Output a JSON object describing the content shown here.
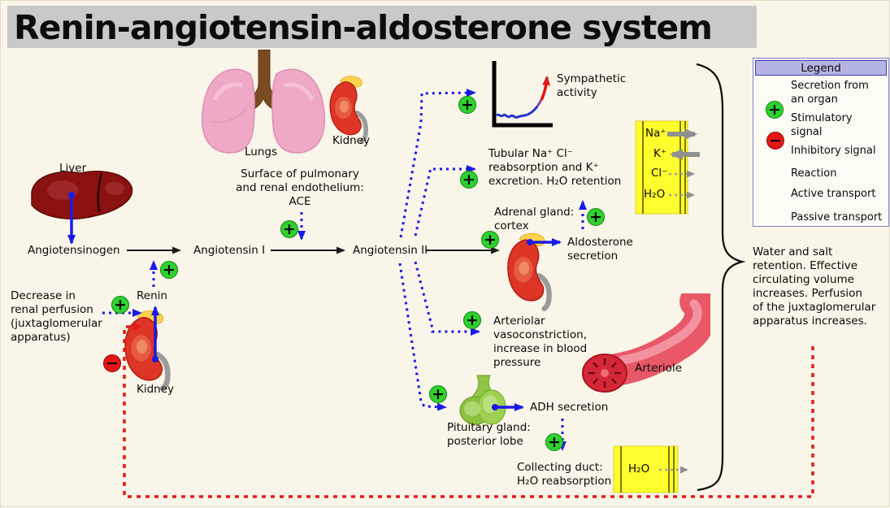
{
  "title": "Renin-angiotensin-aldosterone system",
  "colors": {
    "background": "#f9f5e8",
    "title_bar": "#c9c9c9",
    "stimulatory_blue": "#1a1ae6",
    "inhibitory_red": "#e61a1a",
    "plus_badge_green": "#2ed12e",
    "minus_badge_red": "#e31616",
    "tubule_yellow": "#ffff2e",
    "transport_gray": "#909090"
  },
  "glyphs": {
    "plus": "+",
    "minus": "−"
  },
  "labels": {
    "liver": "Liver",
    "lungs": "Lungs",
    "kidney_top": "Kidney",
    "kidney_renin": "Kidney",
    "angiotensinogen": "Angiotensinogen",
    "angiotensin_i": "Angiotensin I",
    "angiotensin_ii": "Angiotensin II",
    "renin": "Renin",
    "ace": "Surface of pulmonary\nand renal endothelium:\nACE",
    "decrease_perfusion": "Decrease in\nrenal perfusion\n(juxtaglomerular\napparatus)",
    "sympathetic": "Sympathetic\nactivity",
    "tubular": "Tubular Na⁺ Cl⁻\nreabsorption and K⁺\nexcretion. H₂O retention",
    "adrenal_gland": "Adrenal gland:\ncortex",
    "aldosterone": "Aldosterone\nsecretion",
    "arteriolar": "Arteriolar\nvasoconstriction,\nincrease in blood\npressure",
    "arteriole": "Arteriole",
    "pituitary": "Pituitary gland:\nposterior lobe",
    "adh": "ADH secretion",
    "collecting_duct": "Collecting duct:\nH₂O reabsorption",
    "water_salt": "Water and salt\nretention. Effective\ncirculating volume\nincreases. Perfusion\nof the juxtaglomerular\napparatus increases."
  },
  "tubule_top": {
    "rows": [
      "Na⁺",
      "K⁺",
      "Cl⁻",
      "H₂O"
    ]
  },
  "tubule_bottom": {
    "label": "H₂O"
  },
  "legend": {
    "title": "Legend",
    "items": [
      "Secretion from\nan organ",
      "Stimulatory\nsignal",
      "Inhibitory signal",
      "Reaction",
      "Active transport",
      "Passive transport"
    ]
  }
}
